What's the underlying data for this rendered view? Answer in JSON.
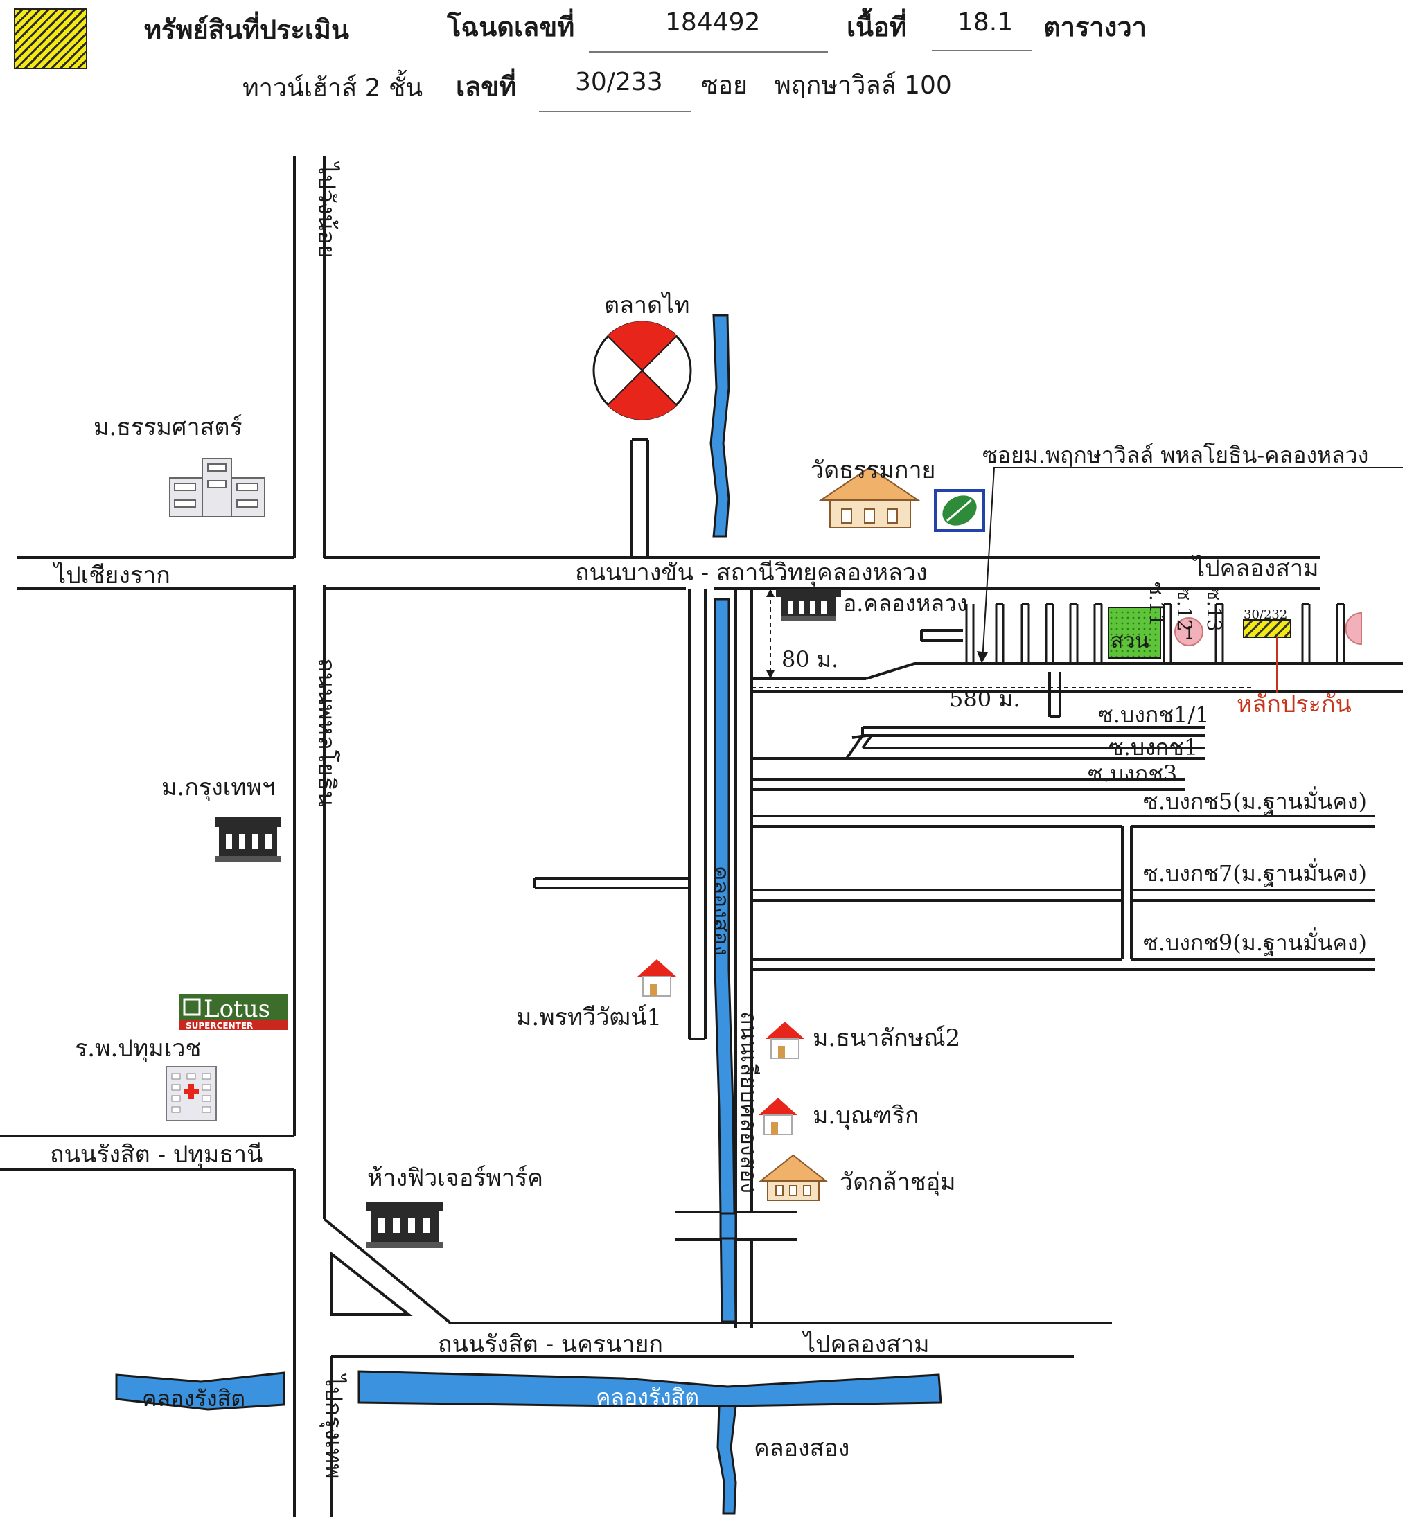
{
  "header": {
    "row1": {
      "label_property": "ทรัพย์สินที่ประเมิน",
      "label_deed": "โฉนดเลขที่",
      "deed_number": "184492",
      "label_area": "เนื้อที่",
      "area_value": "18.1",
      "area_unit": "ตารางวา"
    },
    "row2": {
      "property_type": "ทาวน์เฮ้าส์ 2 ชั้น",
      "label_number": "เลขที่",
      "house_number": "30/233",
      "label_soi": "ซอย",
      "soi_name": "พฤกษาวิลล์ 100"
    }
  },
  "map": {
    "roads": {
      "to_wang_noi": "ไปวังน้อย",
      "to_chiang_rak": "ไปเชียงราก",
      "bang_khan_road": "ถนนบางขัน - สถานีวิทยุคลองหลวง",
      "to_khlong_sam_top": "ไปคลองสาม",
      "phahonyothin_road": "ถนนพหลโยธิน",
      "rangsit_pathum_road": "ถนนรังสิต - ปทุมธานี",
      "rangsit_nakhonnayok_road": "ถนนรังสิต - นครนายก",
      "to_khlong_sam_bottom": "ไปคลองสาม",
      "to_bangkok": "ไปกรุงเทพ",
      "khlong_luang_road": "ถนนเลียบคลองสอง",
      "pruksa_soi": "ซอยม.พฤกษาวิลล์ พหลโยธิน-คลองหลวง"
    },
    "waterways": {
      "khlong_song_canal": "คลองสอง",
      "khlong_song_bottom": "คลองสอง",
      "khlong_rangsit_left": "คลองรังสิต",
      "khlong_rangsit_main": "คลองรังสิต"
    },
    "sois": {
      "bongkot_1_1": "ซ.บงกช1/1",
      "bongkot_1": "ซ.บงกช1",
      "bongkot_3": "ซ.บงกช3",
      "bongkot_5": "ซ.บงกช5(ม.ฐานมั่นคง)",
      "bongkot_7": "ซ.บงกช7(ม.ฐานมั่นคง)",
      "bongkot_9": "ซ.บงกช9(ม.ฐานมั่นคง)",
      "soi_11": "ซ.11",
      "soi_12": "ซ.12",
      "soi_13": "ซ.13"
    },
    "landmarks": {
      "talad_thai": "ตลาดไท",
      "thammasat": "ม.ธรรมศาสตร์",
      "wat_dhammakaya": "วัดธรรมกาย",
      "khlong_luang_district": "อ.คลองหลวง",
      "bangkok_univ": "ม.กรุงเทพฯ",
      "lotus_brand": "Lotus",
      "lotus_sub": "SUPERCENTER",
      "pathumvech_hospital": "ร.พ.ปทุมเวช",
      "future_park": "ห้างฟิวเจอร์พาร์ค",
      "porntawee_1": "ม.พรทวีวัฒน์1",
      "thanalak_2": "ม.ธนาลักษณ์2",
      "boonyarik": "ม.บุณฑริก",
      "wat_klachum": "วัดกล้าชอุ่ม",
      "park": "สวน",
      "circle_marker": "1",
      "subject_lot": "30/232",
      "collateral": "หลักประกัน"
    },
    "distances": {
      "d80": "80 ม.",
      "d580": "580 ม."
    },
    "colors": {
      "canal": "#3b93e0",
      "collateral_label": "#c8341a",
      "subject_hatch": "#f4e914",
      "park_green": "#5ec43a",
      "market_red": "#e8251b",
      "marker_pink": "#f2b0bb",
      "lotus_green": "#3c6d2b",
      "lotus_red": "#c8281e"
    }
  }
}
